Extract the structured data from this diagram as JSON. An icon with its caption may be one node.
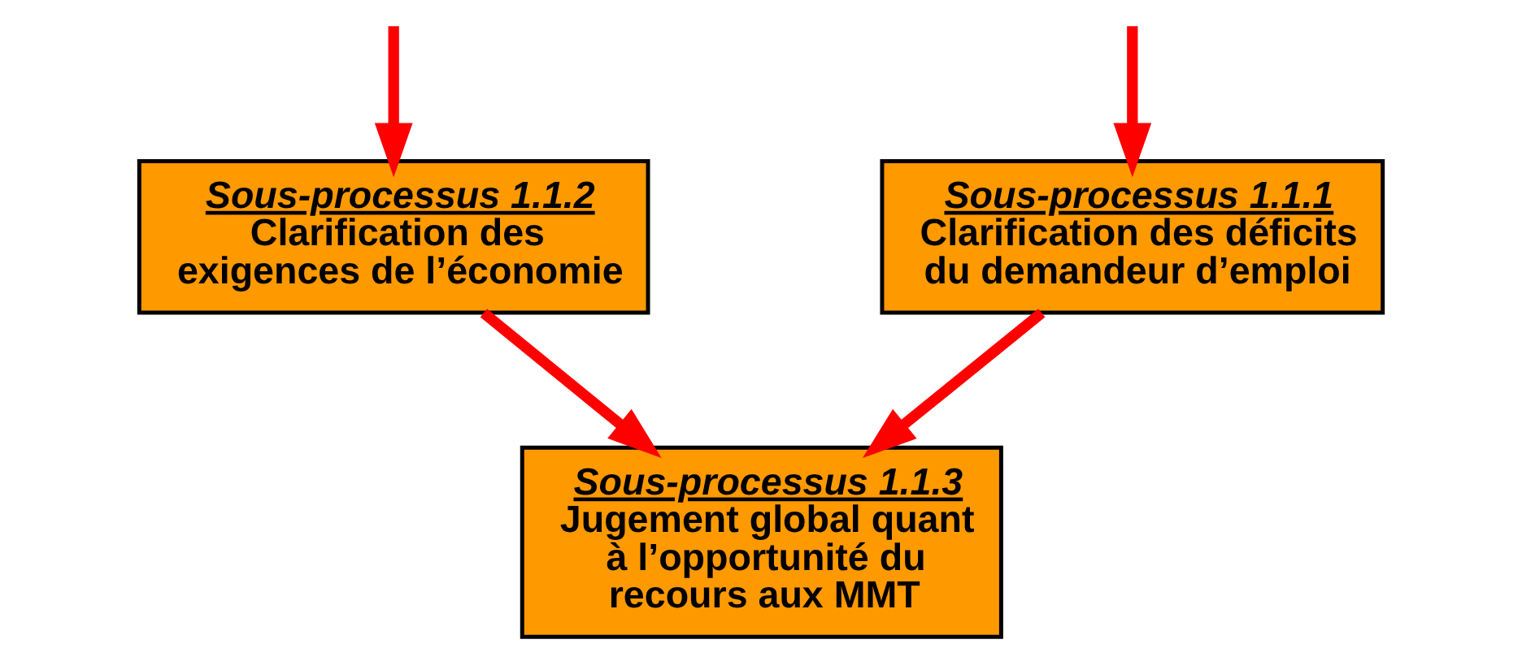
{
  "diagram": {
    "nodes": [
      {
        "text": [
          "Sous-processus 1.1.1",
          "Clarification des déficits du demandeur d’emploi"
        ]
      },
      {
        "text": [
          "Sous-processus 1.1.2",
          "Clarification des exigences de l’économie"
        ]
      },
      {
        "text": [
          "Sous-processus 1.1.3",
          "Jugement global quant à l’opportunité du recours aux MMT"
        ]
      }
    ],
    "edges": [
      {
        "from": null,
        "to": 0,
        "arrow": "to"
      },
      {
        "from": null,
        "to": 1,
        "arrow": "to"
      },
      {
        "from": 0,
        "to": 2,
        "arrow": "to"
      },
      {
        "from": 1,
        "to": 2,
        "arrow": "to"
      }
    ]
  }
}
